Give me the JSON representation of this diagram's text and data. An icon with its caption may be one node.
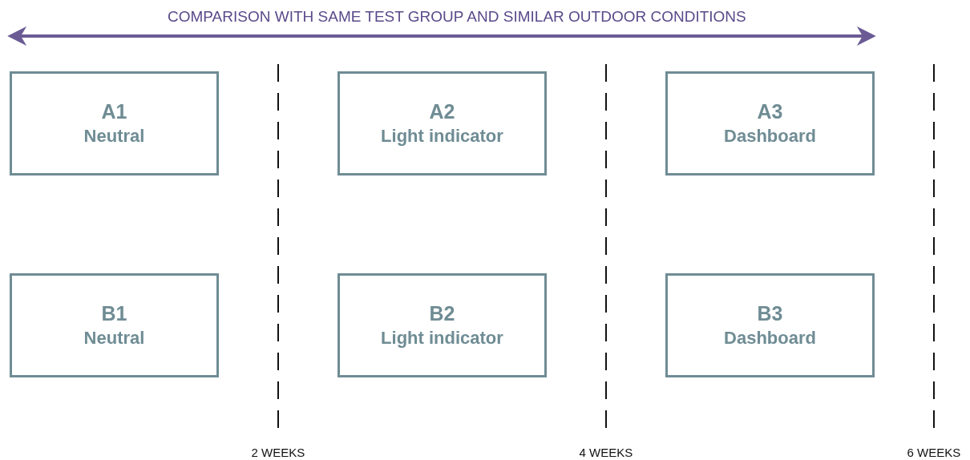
{
  "diagram": {
    "nodes": [
      {
        "text": [
          "A1",
          "Neutral"
        ]
      },
      {
        "text": [
          "A2",
          "Light indicator"
        ]
      },
      {
        "text": [
          "A3",
          "Dashboard"
        ]
      },
      {
        "text": [
          "B1",
          "Neutral"
        ]
      },
      {
        "text": [
          "B2",
          "Light indicator"
        ]
      },
      {
        "text": [
          "B3",
          "Dashboard"
        ]
      }
    ],
    "edges": [],
    "labels": [
      "COMPARISON WITH SAME TEST GROUP AND SIMILAR OUTDOOR CONDITIONS",
      "2 WEEKS",
      "4 WEEKS",
      "6 WEEKS"
    ]
  }
}
